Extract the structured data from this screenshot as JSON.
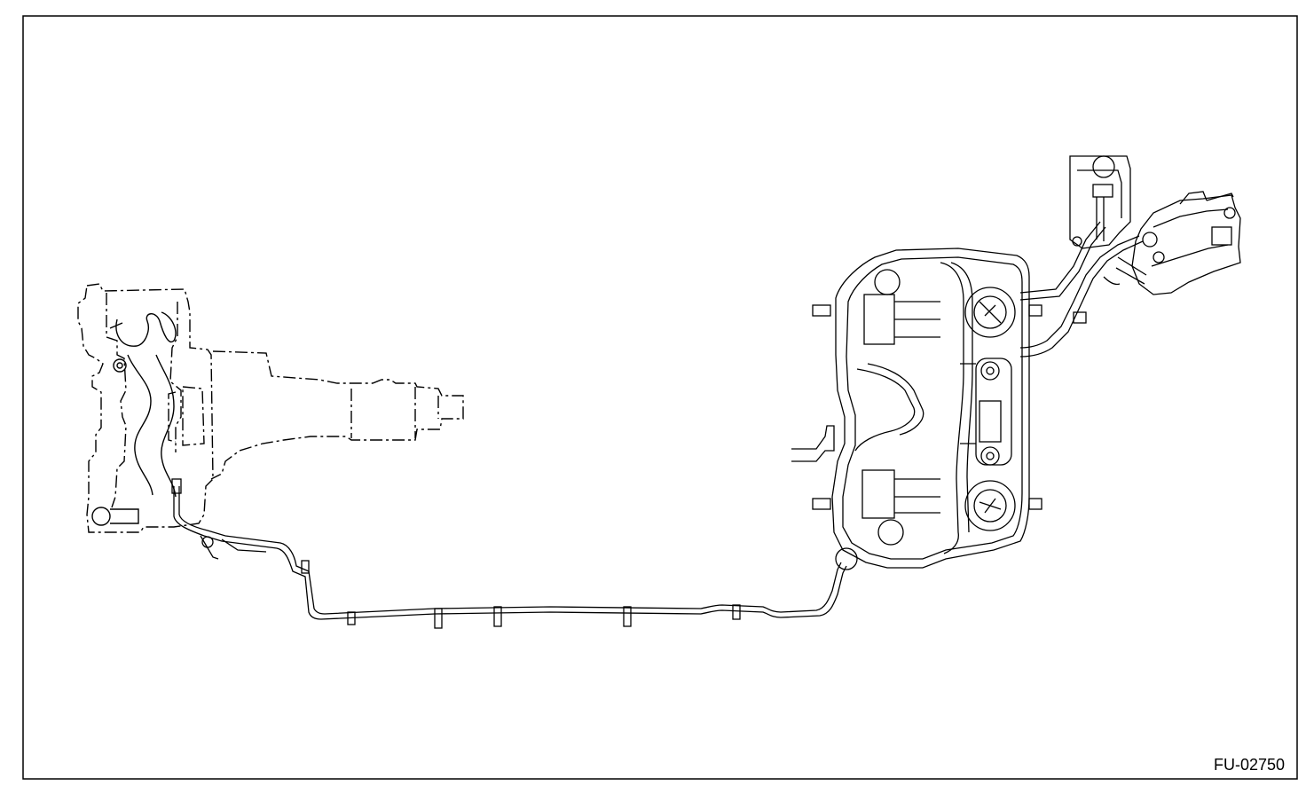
{
  "figure": {
    "code": "FU-02750"
  },
  "colors": {
    "line": "#000000",
    "background": "#ffffff"
  },
  "components": [
    "engine-transmission-outline",
    "fuel-line",
    "fuel-tank",
    "filler-neck"
  ]
}
